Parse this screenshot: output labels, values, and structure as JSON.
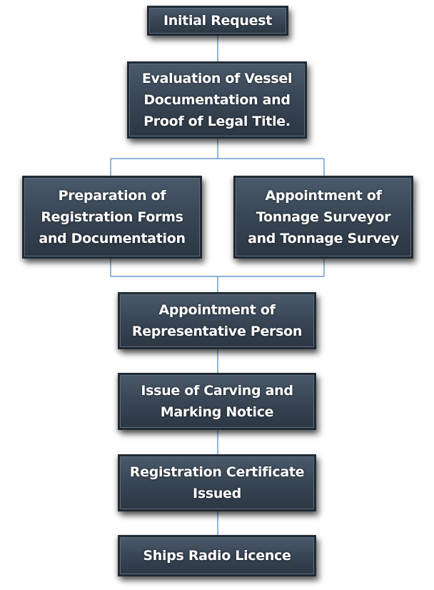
{
  "nodes": {
    "initial_request": "Initial Request",
    "evaluation": "Evaluation of Vessel\nDocumentation and\nProof of Legal Title.",
    "preparation": "Preparation of\nRegistration Forms\nand Documentation",
    "tonnage": "Appointment of\nTonnage Surveyor\nand Tonnage Survey",
    "representative": "Appointment of\nRepresentative Person",
    "carving": "Issue of Carving and\nMarking Notice",
    "certificate": "Registration Certificate\nIssued",
    "radio": "Ships Radio Licence"
  },
  "colors": {
    "box_fill": "#3a4756",
    "box_border": "#202a34",
    "connector": "#4a86c5",
    "text": "#ffffff"
  }
}
